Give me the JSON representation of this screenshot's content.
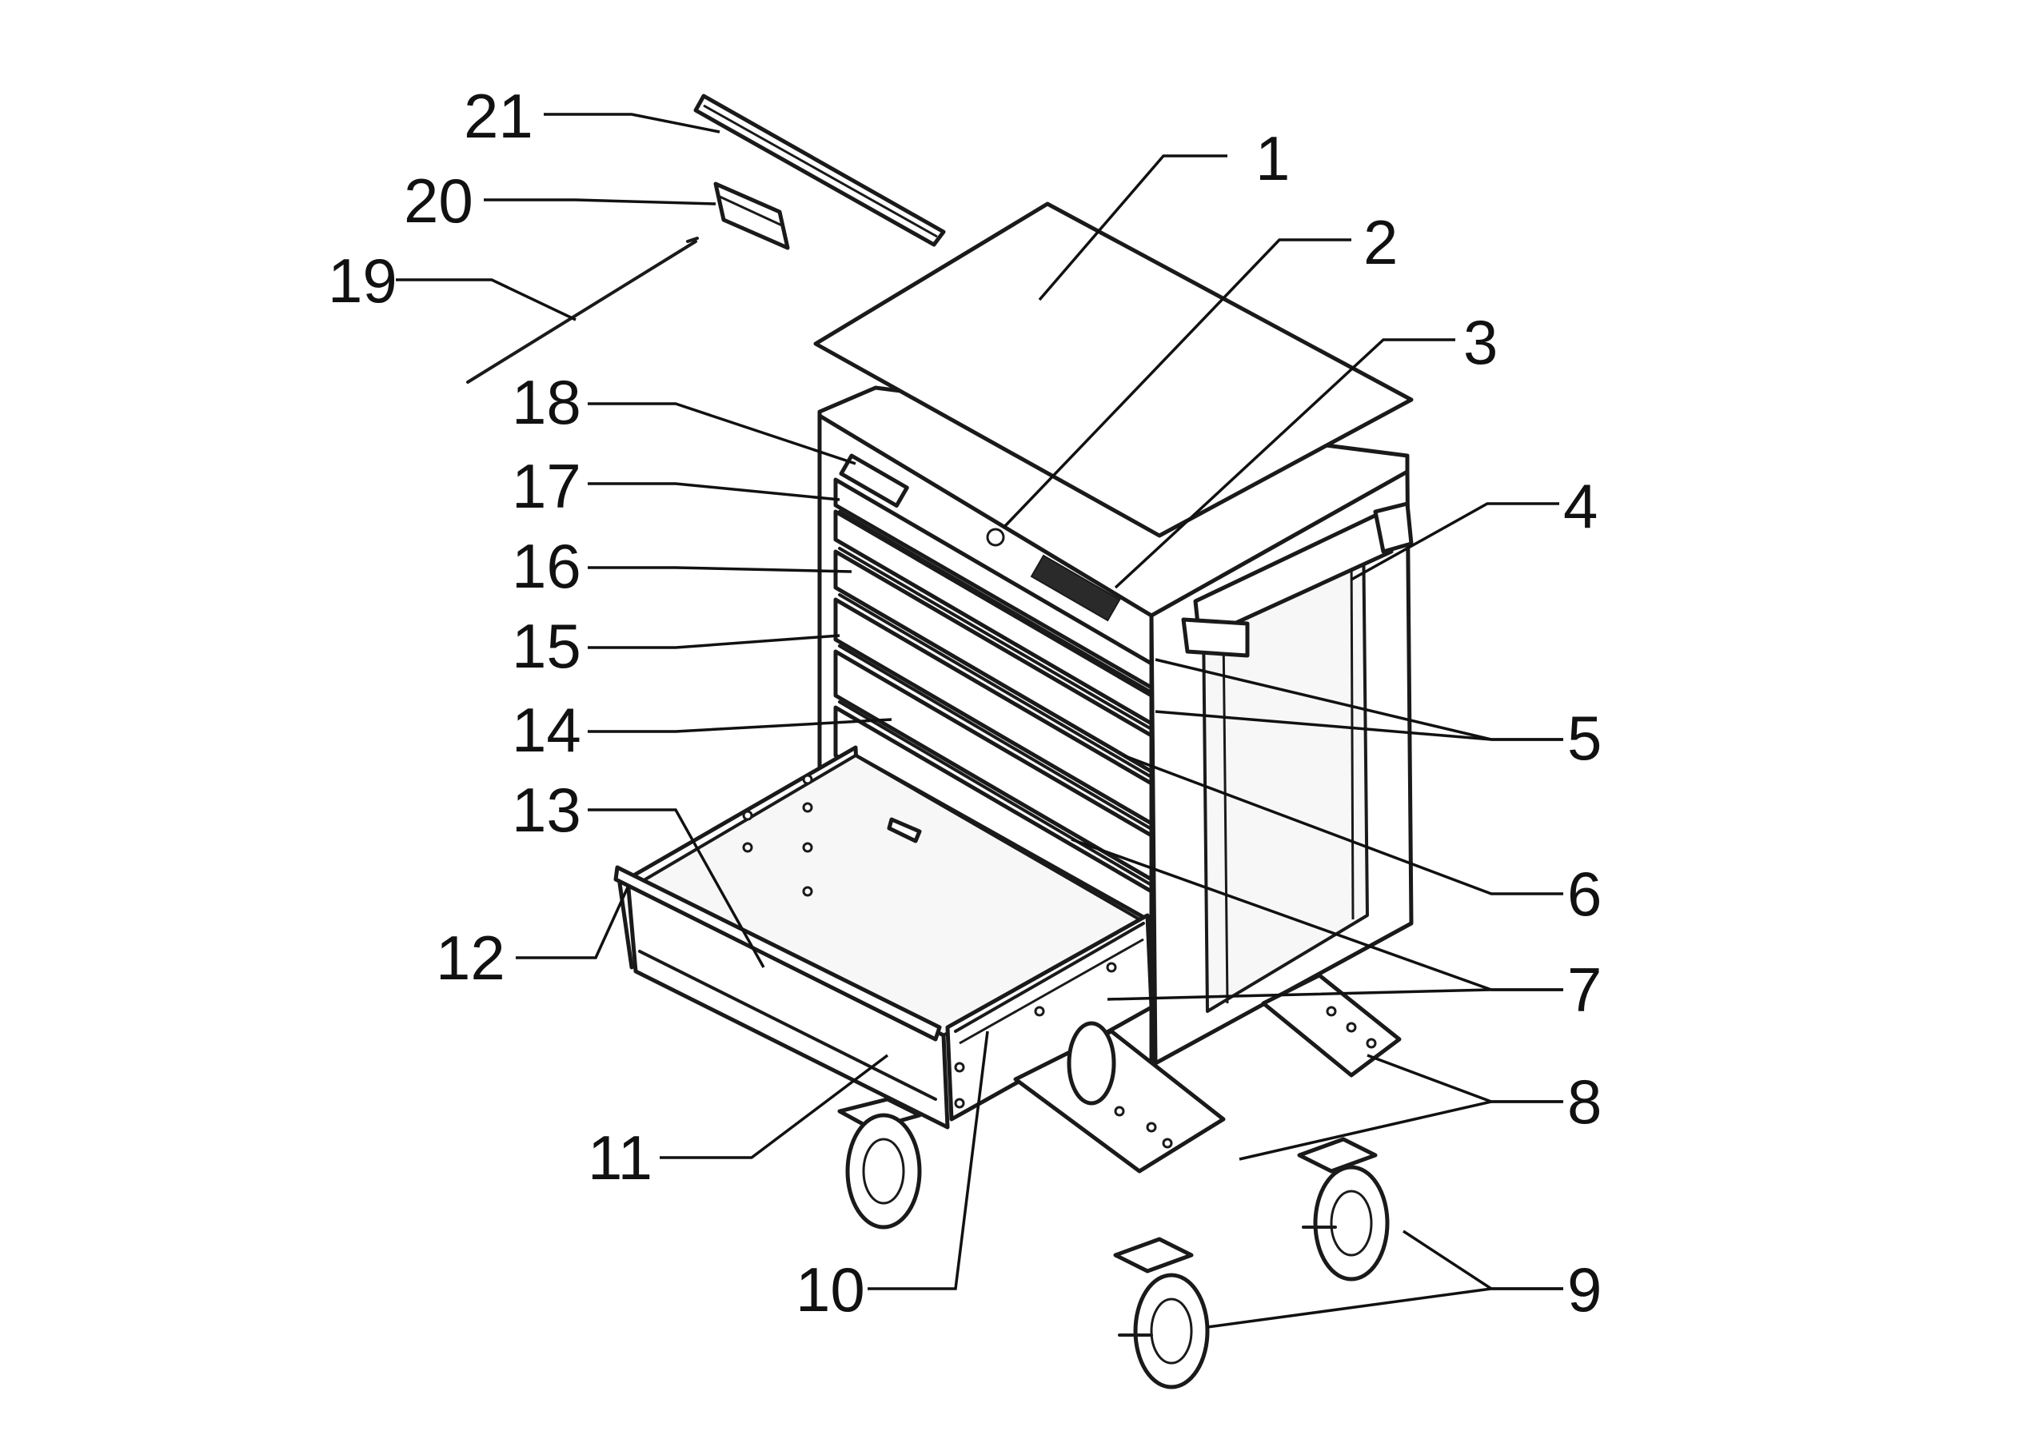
{
  "figure": {
    "part_numbers": [
      "1",
      "2",
      "3",
      "4",
      "5",
      "6",
      "7",
      "8",
      "9",
      "10",
      "11",
      "12",
      "13",
      "14",
      "15",
      "16",
      "17",
      "18",
      "19",
      "20",
      "21"
    ]
  }
}
